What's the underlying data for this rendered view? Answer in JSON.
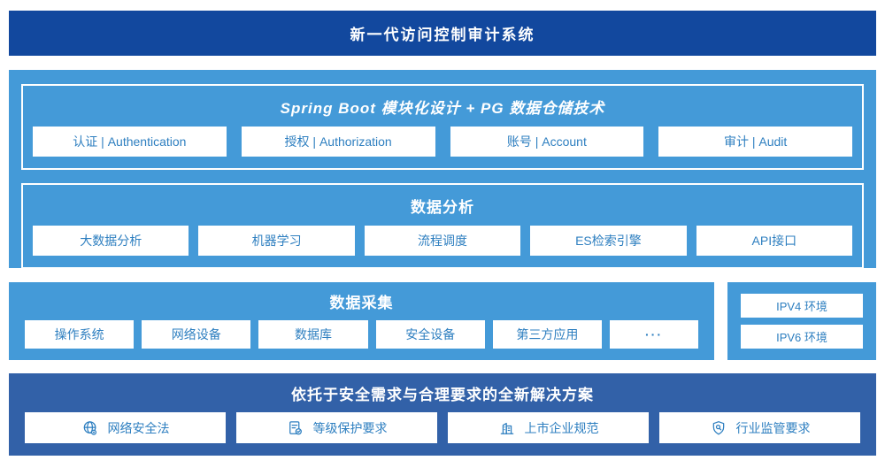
{
  "banner": {
    "title": "新一代访问控制审计系统"
  },
  "platform": {
    "springboot": {
      "title": "Spring Boot 模块化设计 + PG 数据仓储技术",
      "modules": [
        {
          "label": "认证 | Authentication"
        },
        {
          "label": "授权 | Authorization"
        },
        {
          "label": "账号 | Account"
        },
        {
          "label": "审计 | Audit"
        }
      ]
    },
    "analysis": {
      "title": "数据分析",
      "modules": [
        {
          "label": "大数据分析"
        },
        {
          "label": "机器学习"
        },
        {
          "label": "流程调度"
        },
        {
          "label": "ES检索引擎"
        },
        {
          "label": "API接口"
        }
      ]
    }
  },
  "collection": {
    "title": "数据采集",
    "sources": [
      {
        "label": "操作系统"
      },
      {
        "label": "网络设备"
      },
      {
        "label": "数据库"
      },
      {
        "label": "安全设备"
      },
      {
        "label": "第三方应用"
      }
    ],
    "more_label": "···"
  },
  "environment": {
    "items": [
      {
        "label": "IPV4 环境"
      },
      {
        "label": "IPV6 环境"
      }
    ]
  },
  "solution": {
    "title": "依托于安全需求与合理要求的全新解决方案",
    "items": [
      {
        "icon": "globe-icon",
        "label": "网络安全法"
      },
      {
        "icon": "document-check-icon",
        "label": "等级保护要求"
      },
      {
        "icon": "building-icon",
        "label": "上市企业规范"
      },
      {
        "icon": "shield-search-icon",
        "label": "行业监管要求"
      }
    ]
  },
  "colors": {
    "banner_bg": "#12489e",
    "section_bg": "#449ad8",
    "solution_bg": "#3261a8",
    "box_text": "#2e7fc0",
    "box_bg": "#ffffff"
  }
}
